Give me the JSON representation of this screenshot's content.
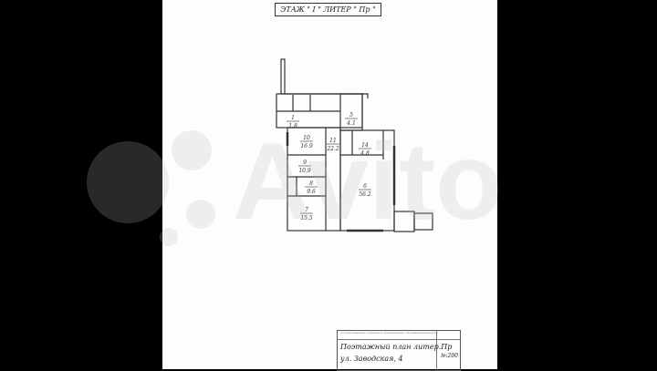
{
  "header": {
    "floor_label": "ЭТАЖ \" I \" ЛИТЕР \" Пр \""
  },
  "plan": {
    "rooms": [
      {
        "number": "10",
        "area": "16.9"
      },
      {
        "number": "9",
        "area": "10.9"
      },
      {
        "number": "8",
        "area": "9.6"
      },
      {
        "number": "7",
        "area": "15.5"
      },
      {
        "number": "6",
        "area": "56.2"
      },
      {
        "number": "11",
        "area": "22.2"
      },
      {
        "number": "5",
        "area": "4.1"
      },
      {
        "number": "14",
        "area": "4.8"
      },
      {
        "number": "1",
        "area": "1.8"
      }
    ]
  },
  "stamp": {
    "header_text": "государственное унитарное предприятие «Техинвентаризация»",
    "line1": "Поэтажный план литер.Пр",
    "line2": "ул. Заводская, 4",
    "sheet_no": "№:200"
  },
  "watermark": {
    "text": "Avito"
  },
  "colors": {
    "background": "#000000",
    "paper": "#fdfdfd",
    "ink": "#333333"
  }
}
